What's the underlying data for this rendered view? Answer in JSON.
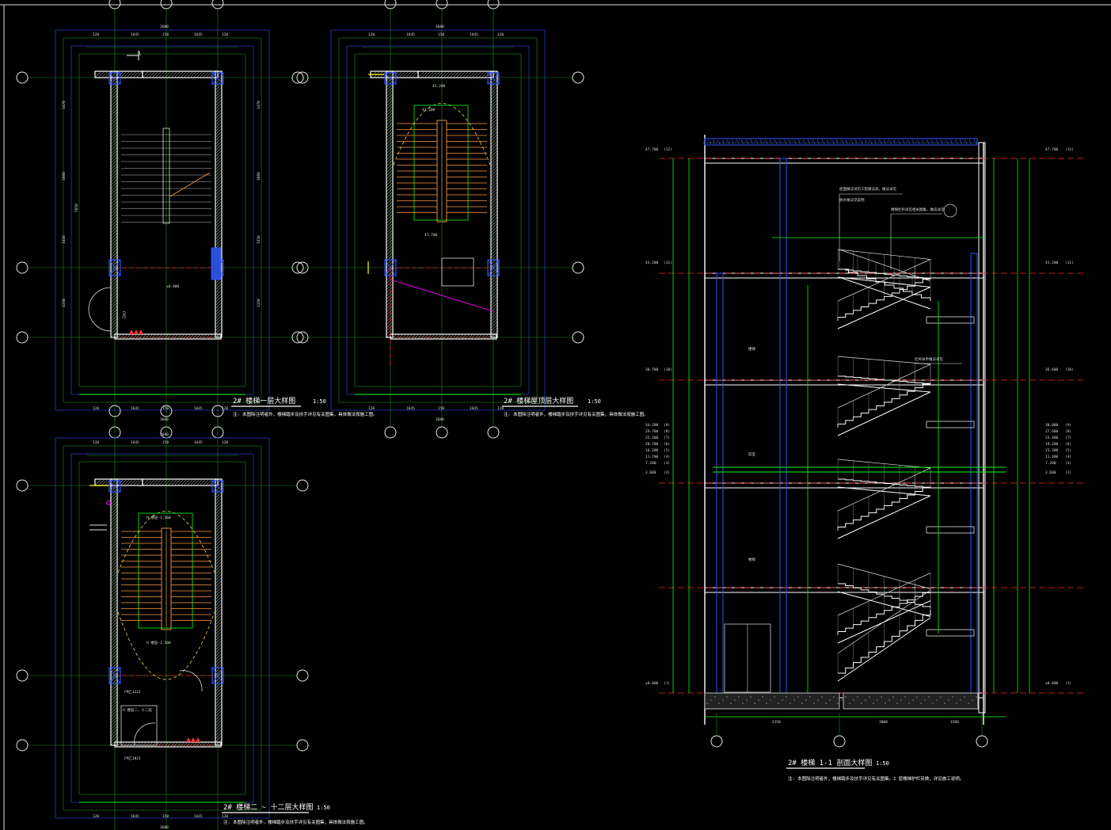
{
  "drawing": {
    "background": "#000000",
    "colors": {
      "wall": "#ffffff",
      "hatch": "#c8c8c8",
      "dim": "#00ff00",
      "dim_dark": "#1a8a1a",
      "axis": "#ff2020",
      "grid_bubble": "#e8e8e8",
      "outline_blue": "#3050ff",
      "stair": "#ff9a40",
      "yellow": "#ffff00",
      "magenta": "#ff00ff",
      "cyan": "#00e0ff",
      "title": "#ffffff"
    }
  },
  "views": {
    "plan_ground": {
      "title": "2# 楼梯一层大样图",
      "scale": "1:50",
      "note": "注: 本图除注明者外，楼梯踏步及扶手详见有关图集，具体做法按施工图。",
      "top_dims": [
        "120",
        "1645",
        "150",
        "1645",
        "120"
      ],
      "top_total": "3680",
      "side_dims": [
        "1470",
        "3080",
        "1450",
        "1350"
      ],
      "side_total": "5850",
      "labels": {
        "landing": "±0.000",
        "door": "FM乙",
        "room": "1"
      }
    },
    "plan_top": {
      "title": "2# 楼梯屋顶层大样图",
      "scale": "1:50",
      "note": "注: 本图除注明者外，楼梯踏步及扶手详见有关图集，具体做法按施工图。",
      "top_dims": [
        "120",
        "1645",
        "150",
        "1645",
        "120"
      ],
      "top_total": "3680",
      "labels": {
        "landing_a": "43.200",
        "landing_b": "41.700",
        "elev": "45.200"
      }
    },
    "plan_typical": {
      "title": "2# 楼梯二 ~ 十二层大样图",
      "scale": "1:50",
      "note": "注: 本图除注明者外，楼梯踏步及扶手详见有关图集，具体做法按施工图。",
      "top_dims": [
        "120",
        "1645",
        "150",
        "1645",
        "120"
      ],
      "top_total": "3680",
      "labels": {
        "landing_a": "H 楼层-1.500",
        "landing_b": "H 楼层二、十二层",
        "door": "FM乙1221",
        "door2": "FM乙1021"
      }
    },
    "section": {
      "title": "2# 楼梯 1-1 剖面大样图",
      "scale": "1:50",
      "note": "注: 本图除注明者外，楼梯踏步及扶手详见有关图集。1 层楼梯护栏另做，详见施工说明。",
      "left_levels": [
        "47.700",
        "43.200",
        "38.700",
        "34.200",
        "29.700",
        "25.200",
        "20.700",
        "16.200",
        "11.700",
        "7.200",
        "3.600",
        "±0.000"
      ],
      "right_levels": [
        "47.700",
        "43.200",
        "36.600",
        "30.000",
        "27.600",
        "23.400",
        "19.200",
        "15.300",
        "11.400",
        "7.200",
        "3.600",
        "±0.000"
      ],
      "level_notes": [
        "(12)",
        "(11)",
        "(10)",
        "(9)",
        "(8)",
        "(7)",
        "(6)",
        "(5)",
        "(4)",
        "(3)",
        "(2)",
        "(1)"
      ],
      "callouts": {
        "c1": "屋面做法详见工程做法表，做法详见",
        "c2": "防水做法见说明",
        "c3": "楼梯栏杆详见相关图集，做法详见",
        "c4": "栏杆扶手做法详见",
        "room_a": "楼梯",
        "room_b": "前室",
        "room_c": "楼梯"
      },
      "bottom_dims": [
        "4150",
        "3000",
        "1500"
      ]
    }
  }
}
